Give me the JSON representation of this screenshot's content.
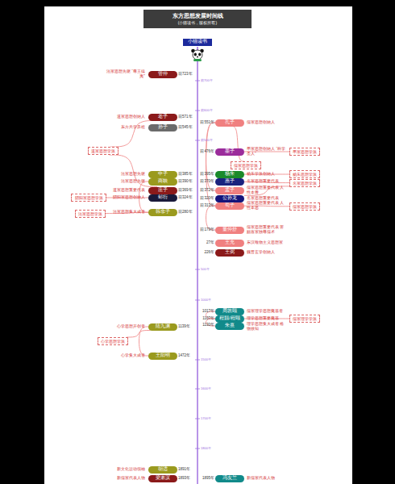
{
  "diagram": {
    "title": "东方思想发展时间线",
    "nodes": [
      {
        "text": [
          "小猫读书"
        ]
      },
      {
        "text": [
          "管仲"
        ]
      },
      {
        "text": [
          "老子"
        ]
      },
      {
        "text": [
          "孔子"
        ]
      },
      {
        "text": [
          "孙子"
        ]
      },
      {
        "text": [
          "道家思想学派"
        ]
      },
      {
        "text": [
          "墨子"
        ]
      },
      {
        "text": [
          "墨家思想学派"
        ]
      },
      {
        "text": [
          "儒家思想学派"
        ]
      },
      {
        "text": [
          "申子"
        ]
      },
      {
        "text": [
          "杨朱"
        ]
      },
      {
        "text": [
          "杨朱思想学派"
        ]
      },
      {
        "text": [
          "商鞅"
        ]
      },
      {
        "text": [
          "惠子"
        ]
      },
      {
        "text": [
          "名家思想学派"
        ]
      },
      {
        "text": [
          "庄子"
        ]
      },
      {
        "text": [
          "孟子"
        ]
      },
      {
        "text": [
          "邹衍"
        ]
      },
      {
        "text": [
          "阴阳家思想学派"
        ]
      },
      {
        "text": [
          "公孙龙"
        ]
      },
      {
        "text": [
          "荀子"
        ]
      },
      {
        "text": [
          "儒家思想学派"
        ]
      },
      {
        "text": [
          "韩非子"
        ]
      },
      {
        "text": [
          "法家思想学派"
        ]
      },
      {
        "text": [
          "董仲舒"
        ]
      },
      {
        "text": [
          "王充"
        ]
      },
      {
        "text": [
          "王弼"
        ]
      },
      {
        "text": [
          "周敦颐"
        ]
      },
      {
        "text": [
          "程颢/程颐"
        ]
      },
      {
        "text": [
          "儒家理学学派"
        ]
      },
      {
        "text": [
          "陆九渊"
        ]
      },
      {
        "text": [
          "朱熹"
        ]
      },
      {
        "text": [
          "心学思想学派"
        ]
      },
      {
        "text": [
          "王阳明"
        ]
      },
      {
        "text": [
          "胡适"
        ]
      },
      {
        "text": [
          "梁漱溟"
        ]
      },
      {
        "text": [
          "冯友兰"
        ]
      }
    ],
    "edges": [
      {
        "from": 2,
        "to": 5,
        "arrow": "none"
      },
      {
        "from": 15,
        "to": 5,
        "arrow": "none"
      },
      {
        "from": 3,
        "to": 8,
        "arrow": "none"
      },
      {
        "from": 3,
        "to": 16,
        "arrow": "none"
      },
      {
        "from": 3,
        "to": 20,
        "arrow": "none"
      },
      {
        "from": 20,
        "to": 24,
        "arrow": "none"
      },
      {
        "from": 6,
        "to": 7,
        "arrow": "none"
      },
      {
        "from": 10,
        "to": 11,
        "arrow": "none"
      },
      {
        "from": 13,
        "to": 14,
        "arrow": "none"
      },
      {
        "from": 19,
        "to": 14,
        "arrow": "none"
      },
      {
        "from": 20,
        "to": 21,
        "arrow": "none"
      },
      {
        "from": 17,
        "to": 18,
        "arrow": "none"
      },
      {
        "from": 22,
        "to": 23,
        "arrow": "none"
      },
      {
        "from": 12,
        "to": 22,
        "arrow": "none"
      },
      {
        "from": 27,
        "to": 28,
        "arrow": "none"
      },
      {
        "from": 28,
        "to": 31,
        "arrow": "none"
      },
      {
        "from": 28,
        "to": 29,
        "arrow": "none"
      },
      {
        "from": 30,
        "to": 32,
        "arrow": "none"
      },
      {
        "from": 30,
        "to": 33,
        "arrow": "none"
      }
    ],
    "labels": [
      "(小猫读书，版权所有)",
      "前723年",
      "法家思想先驱 “尊王攘夷”",
      "前571年",
      "道家思想创始人",
      "前551年",
      "儒家思想创始人",
      "前545年",
      "东方兵学鼻祖",
      "前476年",
      "墨家思想创始人 “科学圣人”",
      "前385年",
      "法家思想先驱",
      "前395年",
      "杨朱学派创始人",
      "前390年",
      "法家思想先驱",
      "前370年",
      "名家思想重要代表",
      "前369年",
      "道家思想重要代表",
      "前372年",
      "儒家思想重要代表 人性本善",
      "前324年",
      "阴阳家思想创始人",
      "前320年",
      "名家思想重要代表",
      "前313年",
      "儒家思想重要代表 人性本恶",
      "前280年",
      "法家思想集大成者",
      "前179年",
      "儒家思想重要代表 罢黜百家独尊儒术",
      "27年",
      "东汉唯物主义思想家",
      "226年",
      "魏晋玄学创始人",
      "1017年",
      "儒家理学思想奠基者",
      "1107年",
      "理学思想重要奠基",
      "1130年",
      "理学思想集大成者 格物致知",
      "1139年",
      "心学思想开创者",
      "1472年",
      "心学集大成者",
      "1891年",
      "新文化运动领袖",
      "1893年",
      "新儒家代表人物",
      "1895年",
      "新儒家代表人物",
      "前700年",
      "前600年",
      "前500年",
      "500年",
      "1000年",
      "1500年",
      "1600年",
      "1700年",
      "1800年"
    ]
  }
}
